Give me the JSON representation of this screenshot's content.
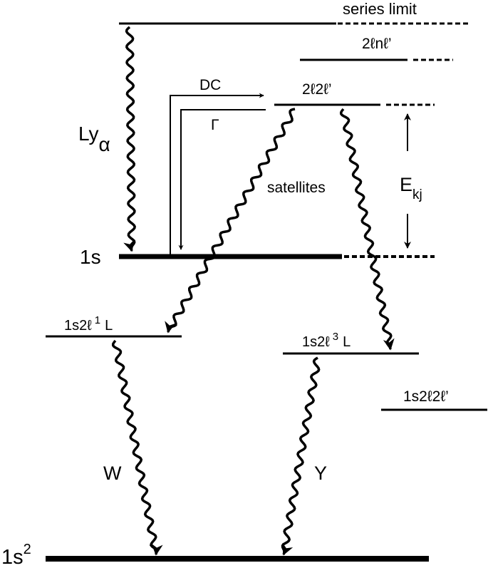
{
  "labels": {
    "series_limit": "series limit",
    "level_2ln": "2ℓnℓ’",
    "level_2l2l": "2ℓ2ℓ’",
    "dc": "DC",
    "gamma": "Γ",
    "lya_main": "Ly",
    "lya_sub": "α",
    "satellites": "satellites",
    "ekj_main": "E",
    "ekj_sub": "kj",
    "one_s": "1s",
    "singlet_prefix": "1s2ℓ",
    "singlet_sup": "1",
    "singlet_term": "L",
    "triplet_prefix": "1s2ℓ",
    "triplet_sup": "3",
    "triplet_term": "L",
    "level_1s2l2l": "1s2ℓ2ℓ’",
    "w_line": "W",
    "y_line": "Y",
    "ground_main": "1s",
    "ground_sup": "2"
  }
}
